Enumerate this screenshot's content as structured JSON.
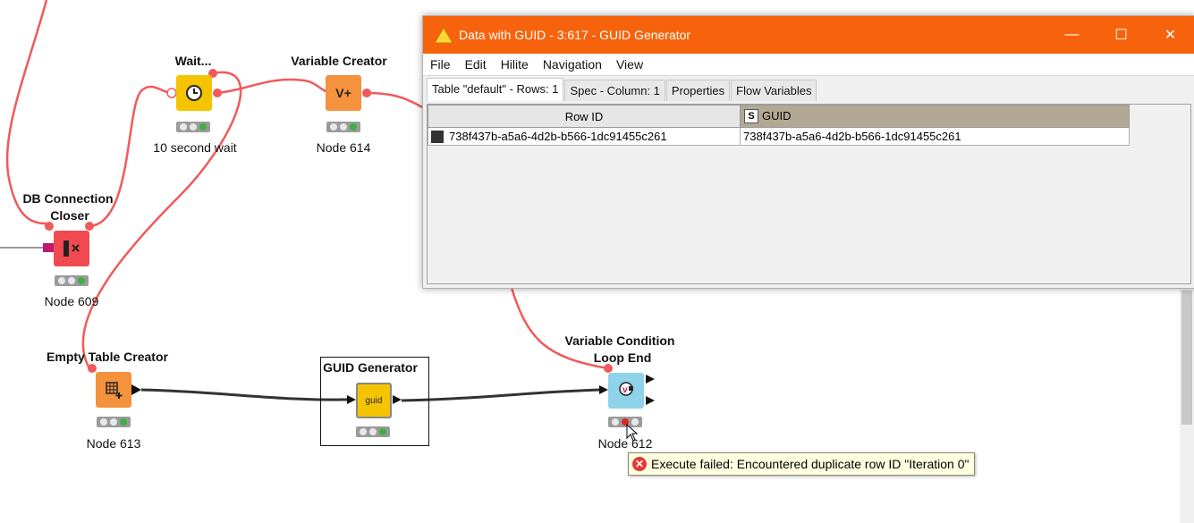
{
  "nodes": {
    "wait": {
      "title": "Wait...",
      "label": "10 second wait"
    },
    "variable_creator": {
      "title": "Variable Creator",
      "label": "Node 614",
      "icon_text": "V+"
    },
    "db_closer": {
      "title_line1": "DB Connection",
      "title_line2": "Closer",
      "label": "Node 609"
    },
    "empty_table": {
      "title": "Empty Table Creator",
      "label": "Node 613"
    },
    "guid_gen": {
      "title": "GUID Generator",
      "icon_text": "guid"
    },
    "loop_end": {
      "title_line1": "Variable Condition",
      "title_line2": "Loop End",
      "label": "Node 612"
    }
  },
  "window": {
    "title": "Data with GUID - 3:617 - GUID Generator",
    "min_icon": "minimize-icon",
    "max_icon": "maximize-icon",
    "close_icon": "close-icon",
    "menu": [
      "File",
      "Edit",
      "Hilite",
      "Navigation",
      "View"
    ],
    "tabs": [
      "Table \"default\" - Rows: 1",
      "Spec - Column: 1",
      "Properties",
      "Flow Variables"
    ],
    "table": {
      "headers": {
        "rowid": "Row ID",
        "guid_type": "S",
        "guid": "GUID"
      },
      "rows": [
        [
          "738f437b-a5a6-4d2b-b566-1dc91455c261",
          "738f437b-a5a6-4d2b-b566-1dc91455c261"
        ]
      ]
    }
  },
  "tooltip": {
    "text": "Execute failed: Encountered duplicate row ID \"Iteration 0\""
  },
  "colors": {
    "titlebar": "#f7630c",
    "connection_flow": "#f05a5a",
    "connection_data": "#333333",
    "guid_header": "#b3a894"
  }
}
